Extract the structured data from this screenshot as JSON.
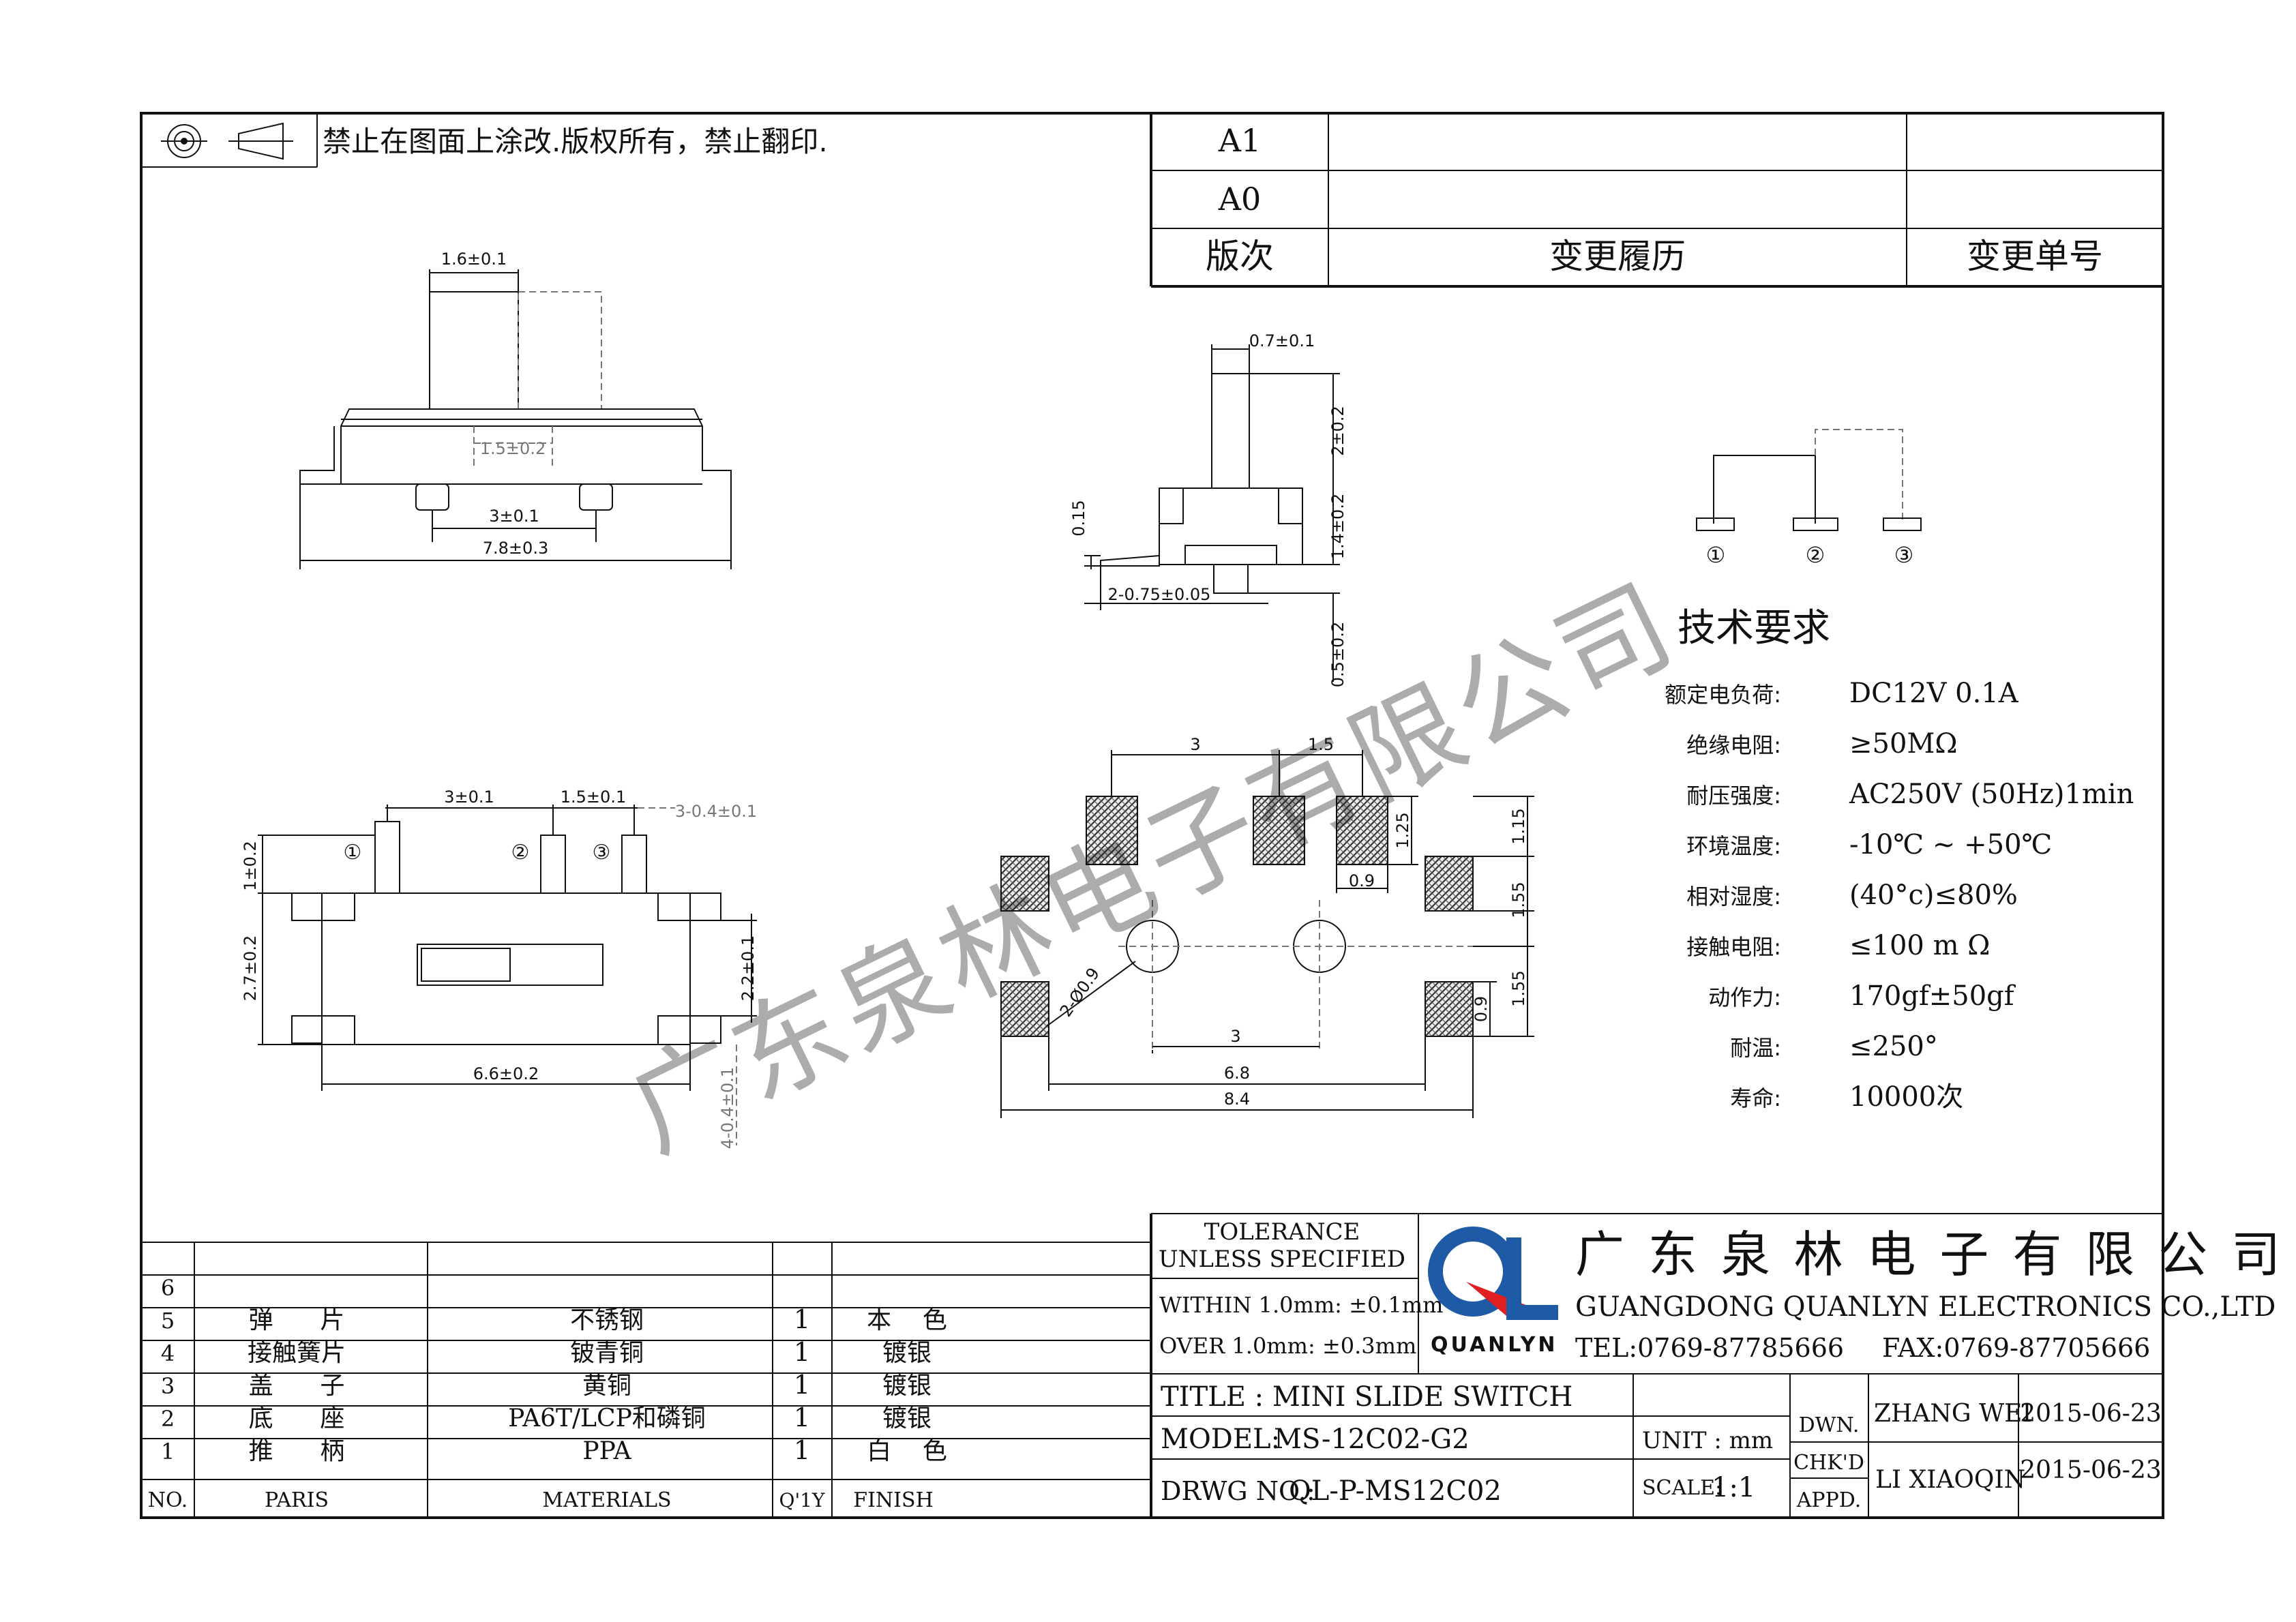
{
  "header": {
    "notice": "禁止在图面上涂改.版权所有，禁止翻印.",
    "revisions": [
      {
        "rev": "A1",
        "history": "",
        "number": ""
      },
      {
        "rev": "A0",
        "history": "",
        "number": ""
      }
    ],
    "rev_header": {
      "rev": "版次",
      "history": "变更履历",
      "number": "变更单号"
    }
  },
  "watermark": "广东泉林电子有限公司",
  "dims_top": {
    "d1": "1.6±0.1",
    "d2": "1.5±0.2",
    "d3": "3±0.1",
    "d4": "7.8±0.3"
  },
  "dims_side": {
    "d1": "0.7±0.1",
    "d2": "2±0.2",
    "d3": "1.4±0.2",
    "d4": "0.15",
    "d5": "2-0.75±0.05",
    "d6": "0.5±0.2"
  },
  "dims_front": {
    "d1": "3±0.1",
    "d2": "1.5±0.1",
    "d3": "3-0.4±0.1",
    "d4": "1±0.2",
    "d5": "2.7±0.2",
    "d6": "2.2±0.1",
    "d7": "6.6±0.2",
    "d8": "4-0.4±0.1",
    "p1": "①",
    "p2": "②",
    "p3": "③"
  },
  "dims_pcb": {
    "d1": "3",
    "d2": "1.5",
    "d3": "1.25",
    "d4": "1.15",
    "d5": "0.9",
    "d6": "1.55",
    "d7": "2-Ø0.9",
    "d8": "0.9",
    "d9": "1.55",
    "d10": "3",
    "d11": "6.8",
    "d12": "8.4"
  },
  "schematic": {
    "p1": "①",
    "p2": "②",
    "p3": "③"
  },
  "spec": {
    "title": "技术要求",
    "rows": [
      {
        "label": "额定电负荷:",
        "value": "DC12V  0.1A"
      },
      {
        "label": "绝缘电阻:",
        "value": "≥50MΩ"
      },
      {
        "label": "耐压强度:",
        "value": "AC250V (50Hz)1min"
      },
      {
        "label": "环境温度:",
        "value": "-10℃  ~  +50℃"
      },
      {
        "label": "相对湿度:",
        "value": "(40°c)≤80%"
      },
      {
        "label": "接触电阻:",
        "value": "≤100 m Ω"
      },
      {
        "label": "动作力:",
        "value": "170gf±50gf"
      },
      {
        "label": "耐温:",
        "value": "≤250°"
      },
      {
        "label": "寿命:",
        "value": "10000次"
      }
    ]
  },
  "tolerance": {
    "l1": "TOLERANCE",
    "l2": "UNLESS SPECIFIED",
    "l3": "WITHIN 1.0mm: ±0.1mm",
    "l4": "OVER 1.0mm:   ±0.3mm"
  },
  "company": {
    "logo_text": "QUANLYN",
    "name_cn": "广 东 泉 林 电 子 有 限 公 司",
    "name_en": "GUANGDONG QUANLYN ELECTRONICS CO.,LTD",
    "tel": "TEL:0769-87785666",
    "fax": "FAX:0769-87705666"
  },
  "title_block": {
    "title": "TITLE : MINI SLIDE SWITCH",
    "model_label": "MODEL:",
    "model": "MS-12C02-G2",
    "drwg_label": "DRWG NO.:",
    "drwg": "QL-P-MS12C02",
    "unit": "UNIT :  mm",
    "scale_label": "SCALE:",
    "scale": "1:1",
    "dwn": "DWN.",
    "chkd": "CHK'D",
    "appd": "APPD.",
    "designer": "ZHANG WEI",
    "checker": "LI XIAOQIN",
    "date1": "2015-06-23",
    "date2": "2015-06-23"
  },
  "bom": {
    "header": {
      "no": "NO.",
      "part": "PARIS",
      "material": "MATERIALS",
      "qty": "Q'1Y",
      "finish": "FINISH"
    },
    "rows": [
      {
        "no": "6",
        "part": "",
        "material": "",
        "qty": "",
        "finish": ""
      },
      {
        "no": "5",
        "part": "弹      片",
        "material": "不锈钢",
        "qty": "1",
        "finish": "本    色"
      },
      {
        "no": "4",
        "part": "接触簧片",
        "material": "铍青铜",
        "qty": "1",
        "finish": "镀银"
      },
      {
        "no": "3",
        "part": "盖      子",
        "material": "黄铜",
        "qty": "1",
        "finish": "镀银"
      },
      {
        "no": "2",
        "part": "底      座",
        "material": "PA6T/LCP和磷铜",
        "qty": "1",
        "finish": "镀银"
      },
      {
        "no": "1",
        "part": "推      柄",
        "material": "PPA",
        "qty": "1",
        "finish": "白    色"
      }
    ]
  }
}
